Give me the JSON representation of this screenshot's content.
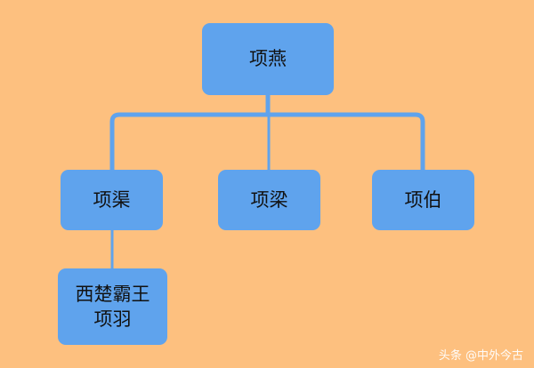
{
  "colors": {
    "background": "#FDC07F",
    "node_fill": "#5FA3ED",
    "connector": "#5FA3ED",
    "text": "#111111"
  },
  "diagram": {
    "root": {
      "label": "项燕"
    },
    "children": [
      {
        "label": "项渠",
        "child": {
          "lines": [
            "西楚霸王",
            "项羽"
          ]
        }
      },
      {
        "label": "项梁"
      },
      {
        "label": "项伯"
      }
    ]
  },
  "watermark": "头条 @中外今古"
}
